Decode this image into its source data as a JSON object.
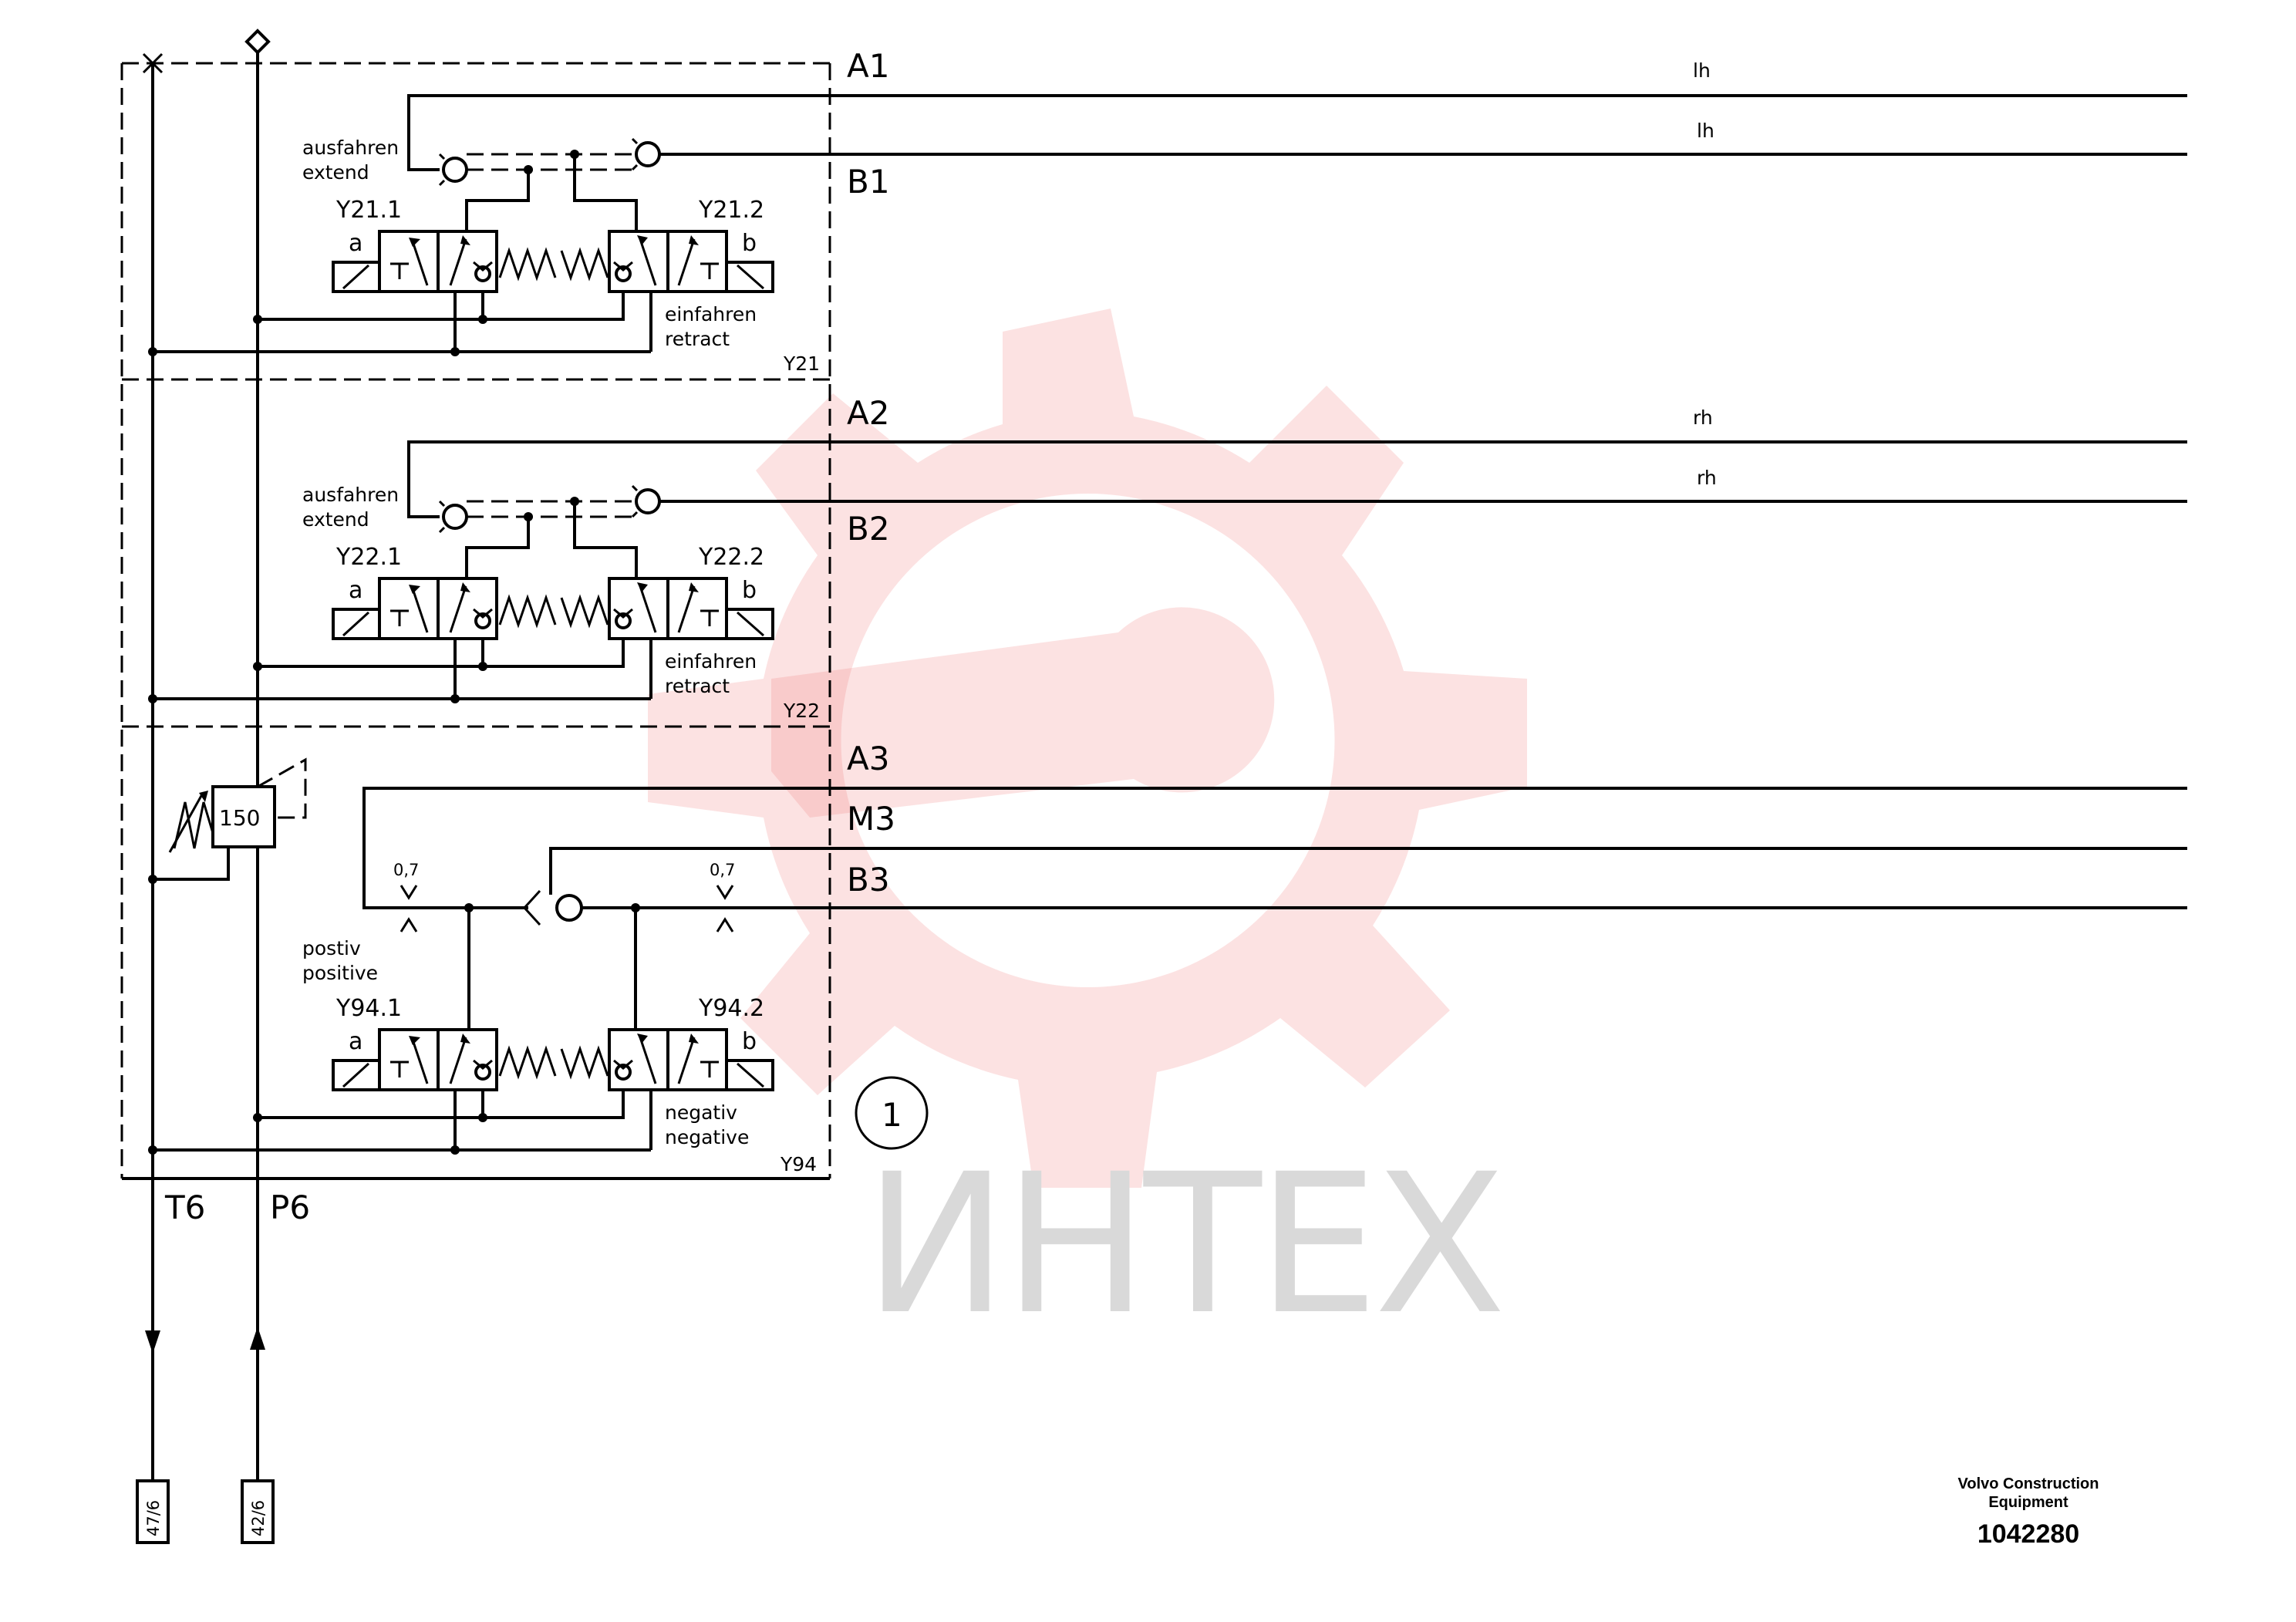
{
  "ports": {
    "a1": "A1",
    "b1": "B1",
    "a2": "A2",
    "b2": "B2",
    "a3": "A3",
    "m3": "M3",
    "b3": "B3",
    "t6": "T6",
    "p6": "P6"
  },
  "line_labels": {
    "a1": "lh",
    "b1": "lh",
    "a2": "rh",
    "b2": "rh"
  },
  "sections": {
    "y21": {
      "label": "Y21",
      "valve_left": "Y21.1",
      "valve_right": "Y21.2",
      "side_a": "a",
      "side_b": "b",
      "action_left_de": "ausfahren",
      "action_left_en": "extend",
      "action_right_de": "einfahren",
      "action_right_en": "retract"
    },
    "y22": {
      "label": "Y22",
      "valve_left": "Y22.1",
      "valve_right": "Y22.2",
      "side_a": "a",
      "side_b": "b",
      "action_left_de": "ausfahren",
      "action_left_en": "extend",
      "action_right_de": "einfahren",
      "action_right_en": "retract"
    },
    "y94": {
      "label": "Y94",
      "valve_left": "Y94.1",
      "valve_right": "Y94.2",
      "side_a": "a",
      "side_b": "b",
      "action_left_de": "postiv",
      "action_left_en": "positive",
      "action_right_de": "negativ",
      "action_right_en": "negative",
      "orifice_left": "0,7",
      "orifice_right": "0,7",
      "relief_setting": "150"
    }
  },
  "circle_marker": "1",
  "line_tags": {
    "tank": "47/6",
    "pressure": "42/6"
  },
  "watermark_text": "ИНТЕХ",
  "branding": {
    "company_line1": "Volvo Construction",
    "company_line2": "Equipment",
    "drawing_number": "1042280"
  },
  "colors": {
    "line": "#000000",
    "watermark_red": "#f07b7b",
    "watermark_grey": "#d9d9d9"
  }
}
